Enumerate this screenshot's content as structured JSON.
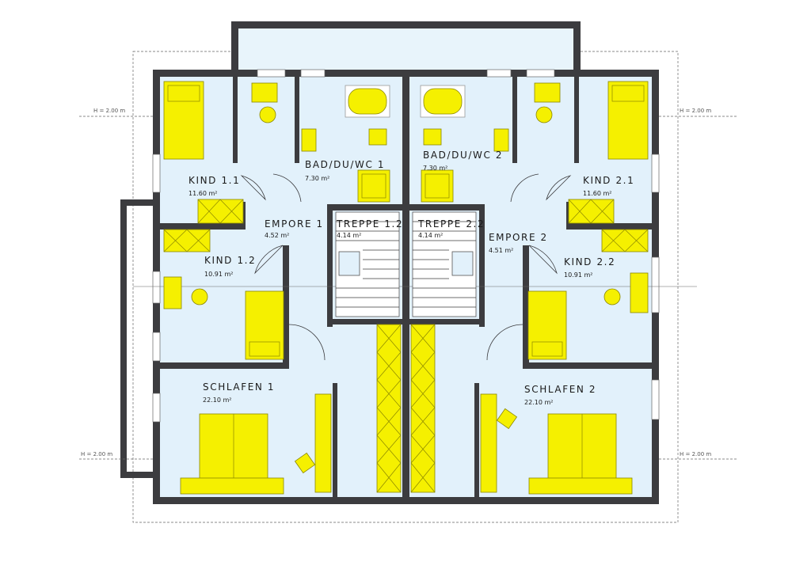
{
  "rooms": [
    {
      "name": "KIND 1.1",
      "area": "11.60 m²"
    },
    {
      "name": "BAD/DU/WC 1",
      "area": "7.30 m²"
    },
    {
      "name": "EMPORE 1",
      "area": "4.52 m²"
    },
    {
      "name": "TREPPE 1.2",
      "area": "4.14 m²"
    },
    {
      "name": "KIND 1.2",
      "area": "10.91 m²"
    },
    {
      "name": "SCHLAFEN 1",
      "area": "22.10 m²"
    },
    {
      "name": "KIND 2.1",
      "area": "11.60 m²"
    },
    {
      "name": "BAD/DU/WC 2",
      "area": "7.30 m²"
    },
    {
      "name": "EMPORE 2",
      "area": "4.51 m²"
    },
    {
      "name": "TREPPE 2.2",
      "area": "4.14 m²"
    },
    {
      "name": "KIND 2.2",
      "area": "10.91 m²"
    },
    {
      "name": "SCHLAFEN 2",
      "area": "22.10 m²"
    }
  ],
  "height_marks": [
    "H = 2.00 m",
    "H = 2.00 m",
    "H = 2.00 m",
    "H = 2.00 m"
  ],
  "colors": {
    "wall": "#3c3c3f",
    "floor": "#e2f1fb",
    "furniture": "#f5f000",
    "dashed_lines": "#666666"
  }
}
